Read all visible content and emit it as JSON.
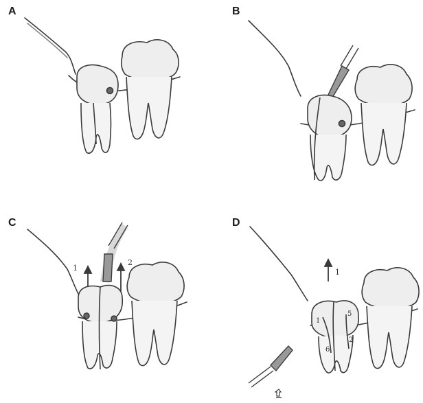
{
  "panels": [
    {
      "label": "A",
      "arrows": []
    },
    {
      "label": "B",
      "arrows": []
    },
    {
      "label": "C",
      "arrows": [
        "1",
        "2"
      ]
    },
    {
      "label": "D",
      "arrows": [
        "1"
      ],
      "section_marks": [
        "1",
        "5",
        "2",
        "6"
      ]
    }
  ],
  "colors": {
    "line": "#3a3a3a",
    "tooth_fill": "#eeeeee",
    "shade": "#c8c8c8"
  },
  "icons": {
    "cursor": "move-cursor-icon"
  }
}
